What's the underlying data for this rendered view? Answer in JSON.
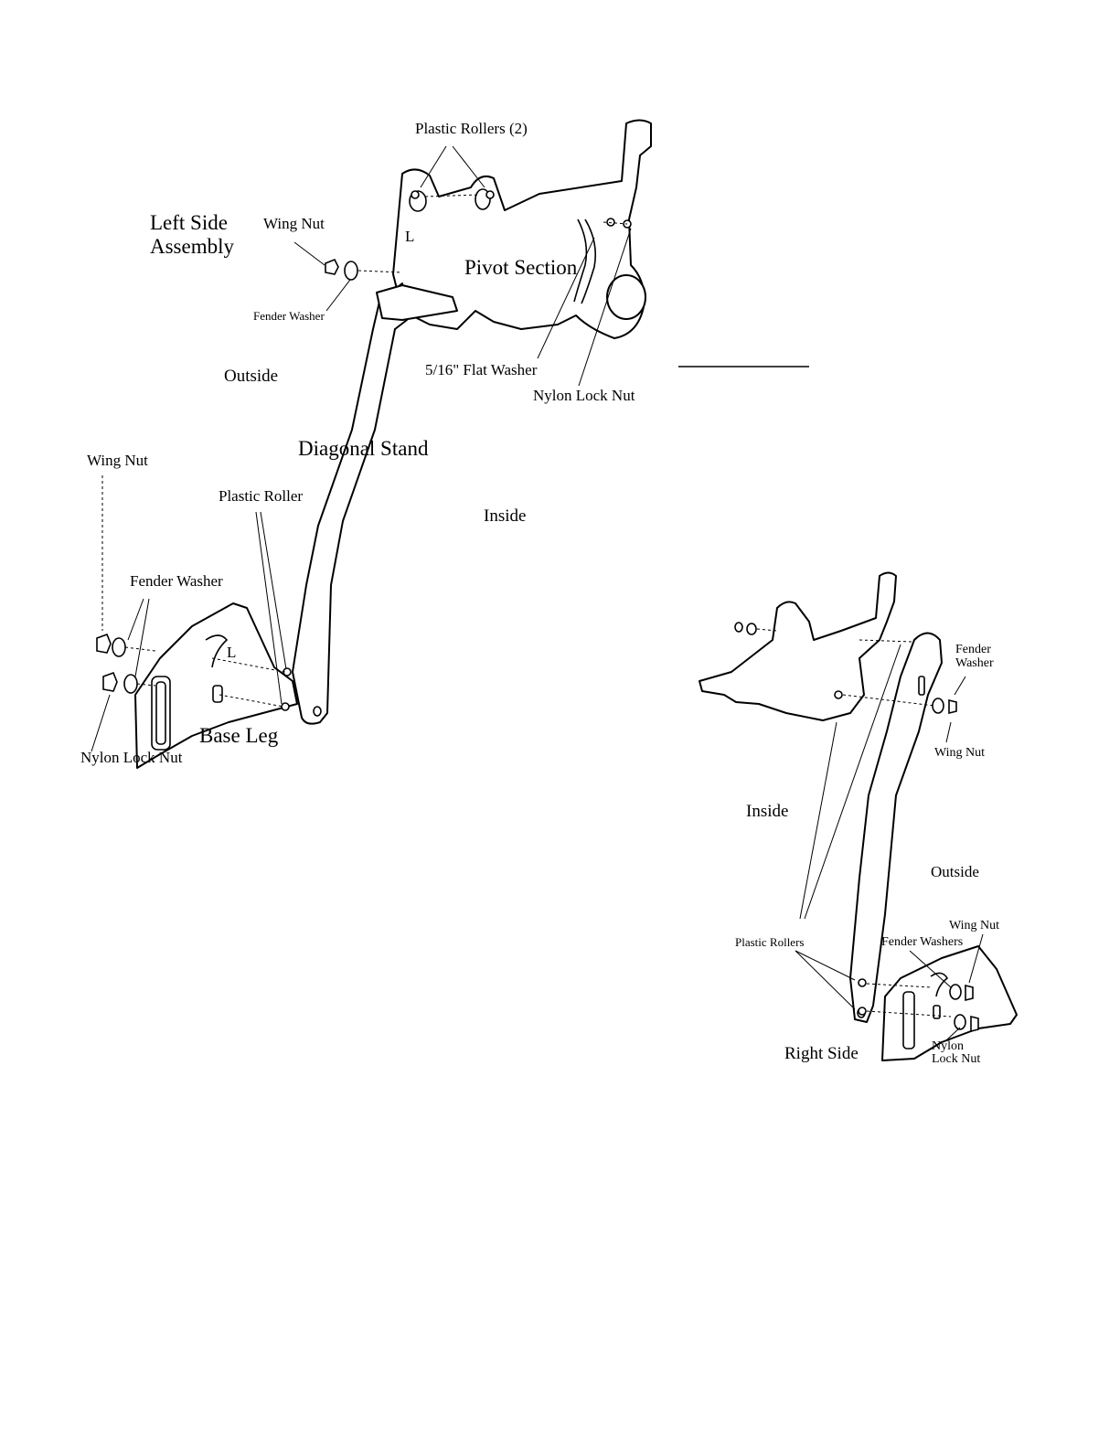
{
  "left_assembly": {
    "title_line1": "Left Side",
    "title_line2": "Assembly",
    "plastic_rollers_top": "Plastic Rollers (2)",
    "wing_nut_top": "Wing Nut",
    "fender_washer_top": "Fender Washer",
    "pivot_section": "Pivot Section",
    "flat_washer": "5/16\" Flat Washer",
    "nylon_lock_nut_top": "Nylon Lock Nut",
    "outside": "Outside",
    "diagonal_stand": "Diagonal Stand",
    "inside": "Inside",
    "wing_nut_bottom": "Wing Nut",
    "plastic_roller": "Plastic Roller",
    "fender_washer_bottom": "Fender Washer",
    "base_leg": "Base Leg",
    "nylon_lock_nut_bottom": "Nylon Lock Nut",
    "part_mark": "L"
  },
  "right_assembly": {
    "fender_washer_line1": "Fender",
    "fender_washer_line2": "Washer",
    "wing_nut_top": "Wing Nut",
    "inside": "Inside",
    "outside": "Outside",
    "wing_nut_bottom": "Wing Nut",
    "plastic_rollers": "Plastic Rollers",
    "fender_washers": "Fender Washers",
    "title": "Right Side",
    "nylon_line1": "Nylon",
    "nylon_line2": "Lock Nut"
  }
}
